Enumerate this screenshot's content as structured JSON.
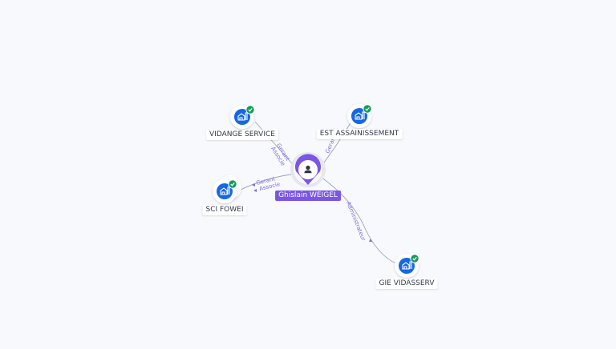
{
  "colors": {
    "company": "#1467e6",
    "check": "#169c5c",
    "person": "#7b55e6",
    "edge_label": "#7b6ee6",
    "edge": "#9aa3b6"
  },
  "person": {
    "name": "Ghislain WEIGEL",
    "icon": "user-icon"
  },
  "companies": [
    {
      "id": "vidange",
      "name": "VIDANGE SERVICE",
      "icon": "building-icon",
      "verified": true
    },
    {
      "id": "est",
      "name": "EST ASSAINISSEMENT",
      "icon": "building-icon",
      "verified": true
    },
    {
      "id": "sci",
      "name": "SCI FOWEI",
      "icon": "building-icon",
      "verified": true
    },
    {
      "id": "gie",
      "name": "GIE VIDASSERV",
      "icon": "building-icon",
      "verified": true
    }
  ],
  "relations": [
    {
      "to": "vidange",
      "labels": [
        "Gerant",
        "Associe"
      ]
    },
    {
      "to": "est",
      "labels": [
        "Gerant"
      ]
    },
    {
      "to": "sci",
      "labels": [
        "Gerant",
        "Associe"
      ]
    },
    {
      "to": "gie",
      "labels": [
        "Administrateur"
      ]
    }
  ]
}
